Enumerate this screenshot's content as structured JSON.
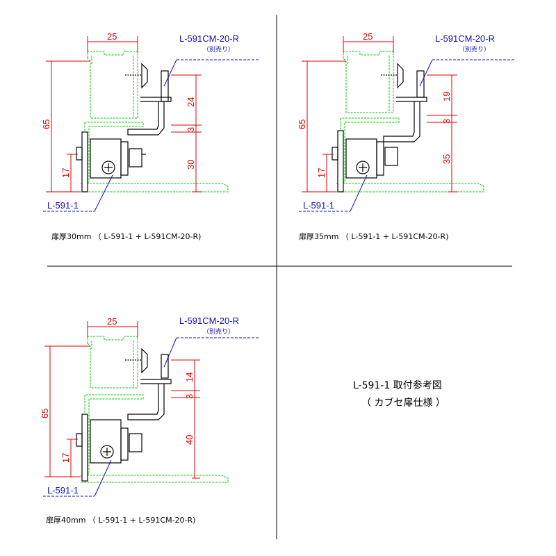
{
  "labels": {
    "hinge": "L-591CM-20-R",
    "hinge_note": "（別売り）",
    "catch": "L-591-1"
  },
  "panels": [
    {
      "caption": "扉厚30mm （ L-591-1 + L-591CM-20-R)",
      "dims": {
        "width": "25",
        "total": "65",
        "base": "17",
        "upper": "24",
        "gap": "3",
        "lower": "30"
      }
    },
    {
      "caption": "扉厚35mm （ L-591-1 + L-591CM-20-R)",
      "dims": {
        "width": "25",
        "total": "65",
        "base": "17",
        "upper": "19",
        "gap": "3",
        "lower": "35"
      }
    },
    {
      "caption": "扉厚40mm （ L-591-1 + L-591CM-20-R)",
      "dims": {
        "width": "25",
        "total": "65",
        "base": "17",
        "upper": "14",
        "gap": "3",
        "lower": "40"
      }
    }
  ],
  "title": {
    "line1": "L-591-1 取付参考図",
    "line2": "（ カブセ扉仕様 ）"
  },
  "colors": {
    "frame": "#00cc00",
    "dimension": "#e00000",
    "leader": "#1010c0",
    "part": "#000000"
  }
}
